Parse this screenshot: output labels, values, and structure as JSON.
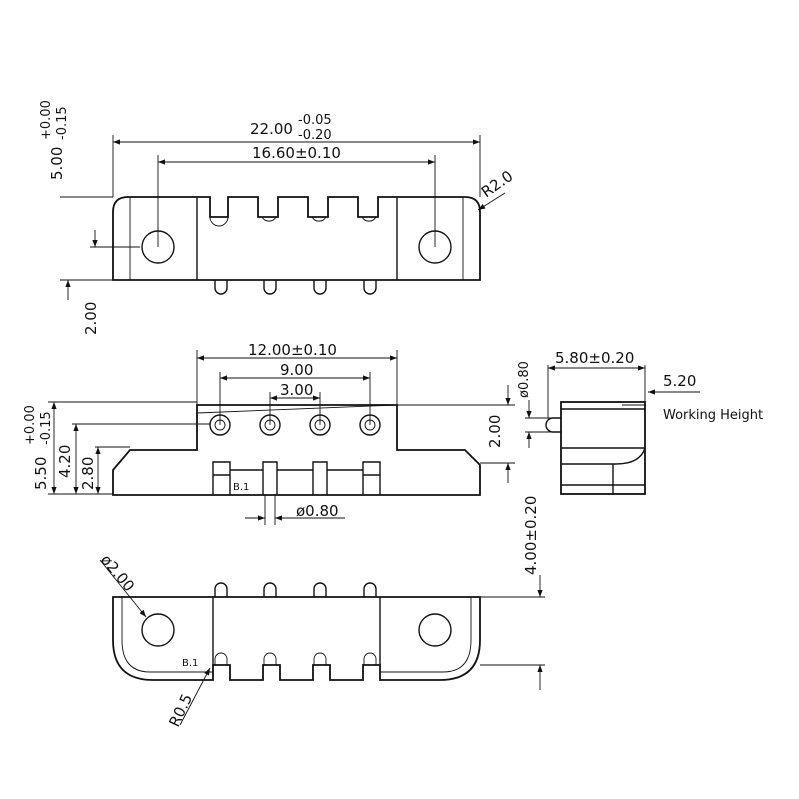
{
  "top_view": {
    "overall_length": "22.00",
    "overall_tol_upper": "-0.05",
    "overall_tol_lower": "-0.20",
    "hole_pitch": "16.60±0.10",
    "corner_radius": "R2.0",
    "height": "5.00",
    "height_tol_upper": "+0.00",
    "height_tol_lower": "-0.15",
    "hole_offset": "2.00"
  },
  "front_view": {
    "width_upper": "12.00±0.10",
    "pin_span": "9.00",
    "pin_pitch": "3.00",
    "height": "5.50",
    "height_tol_upper": "+0.00",
    "height_tol_lower": "-0.15",
    "contact_height": "4.20",
    "base_height": "2.80",
    "pin_label": "B.1",
    "pin_diameter": "ø0.80",
    "step_height": "2.00"
  },
  "side_view": {
    "pin_diameter": "ø0.80",
    "depth": "5.80±0.20",
    "working_height_value": "5.20",
    "working_height_label": "Working Height"
  },
  "bottom_view": {
    "height": "4.00±0.20",
    "hole_diameter": "ø2.00",
    "pin_label": "B.1",
    "radius": "R0.5"
  }
}
